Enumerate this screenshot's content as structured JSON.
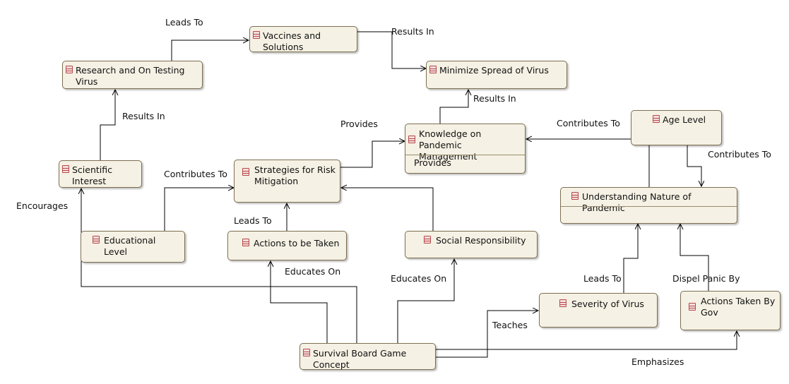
{
  "nodes": {
    "vaccines": {
      "label": "Vaccines and Solutions"
    },
    "research": {
      "label": "Research and On Testing Virus"
    },
    "minimize": {
      "label": "Minimize Spread of Virus"
    },
    "scientific": {
      "label": "Scientific Interest"
    },
    "knowledge": {
      "label": "Knowledge on Pandemic Management",
      "attribute": "Provides"
    },
    "age": {
      "label": "Age Level"
    },
    "strategies": {
      "label": "Strategies for Risk Mitigation"
    },
    "understanding": {
      "label": "Understanding Nature of Pandemic"
    },
    "educational": {
      "label": "Educational Level"
    },
    "actions": {
      "label": "Actions to be Taken"
    },
    "social": {
      "label": "Social Responsibility"
    },
    "severity": {
      "label": "Severity of Virus"
    },
    "gov": {
      "label": "Actions Taken By Gov"
    },
    "survival": {
      "label": "Survival Board Game Concept"
    }
  },
  "edge_labels": {
    "leads_to_1": "Leads To",
    "results_in_1": "Results In",
    "results_in_2": "Results In",
    "results_in_3": "Results In",
    "provides": "Provides",
    "contributes_to_1": "Contributes To",
    "contributes_to_2": "Contributes To",
    "contributes_to_3": "Contributes To",
    "encourages": "Encourages",
    "leads_to_2": "Leads To",
    "educates_on_1": "Educates On",
    "educates_on_2": "Educates On",
    "leads_to_3": "Leads To",
    "dispel_panic": "Dispel Panic By",
    "teaches": "Teaches",
    "emphasizes": "Emphasizes"
  }
}
